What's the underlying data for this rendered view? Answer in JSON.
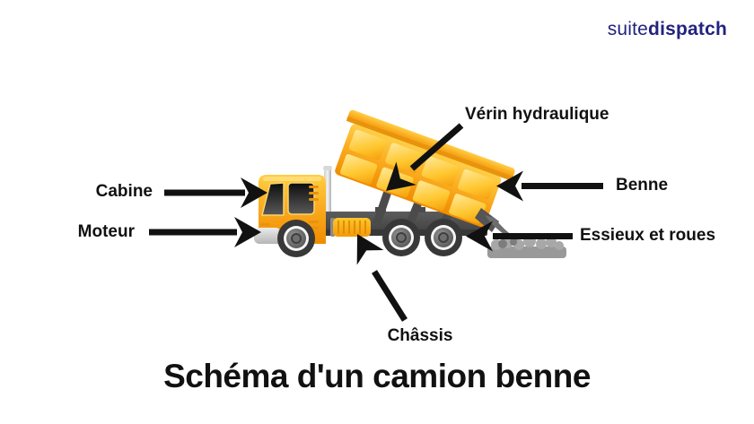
{
  "brand": {
    "logo_prefix": "suite",
    "logo_suffix": "dispatch"
  },
  "title": "Schéma d'un camion benne",
  "diagram": {
    "illustration": "dump-truck-side-view-tipping",
    "labels": {
      "cabine": "Cabine",
      "moteur": "Moteur",
      "verin": "Vérin hydraulique",
      "benne": "Benne",
      "essieux": "Essieux et roues",
      "chassis": "Châssis"
    },
    "parts": [
      "cab",
      "engine",
      "hydraulic-cylinder",
      "dump-body",
      "axles-and-wheels",
      "chassis",
      "gravel-pile"
    ]
  },
  "colors": {
    "background": "#ffffff",
    "text": "#111111",
    "arrow": "#111111",
    "logo": "#232280",
    "truck_yellow": "#F9A61A",
    "truck_yellow_light": "#FFD34D",
    "truck_orange_dark": "#E8930C",
    "truck_dark_gray": "#4A4A4A",
    "window_dark": "#1A1A1A",
    "gravel_gray": "#9E9E9E"
  }
}
